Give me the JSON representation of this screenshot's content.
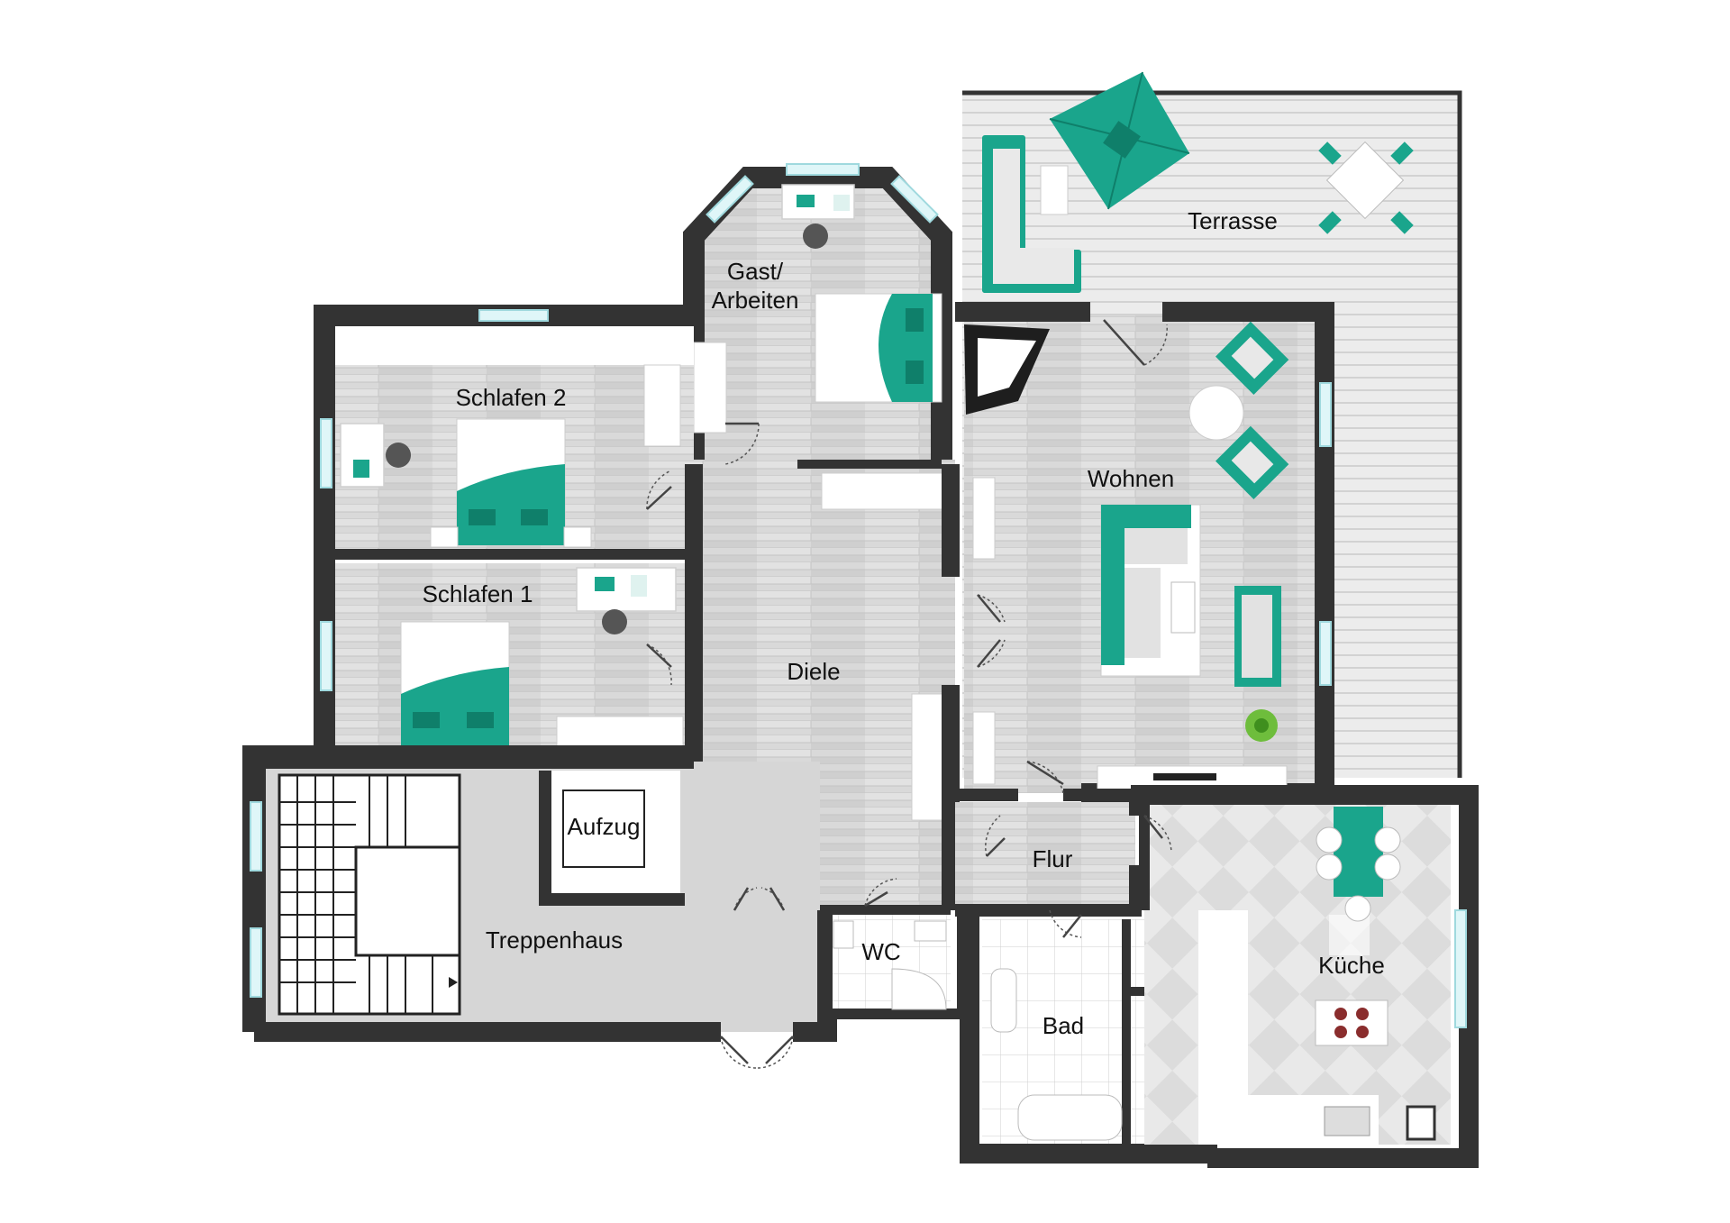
{
  "plan": {
    "rooms": [
      {
        "id": "terrasse",
        "label": "Terrasse"
      },
      {
        "id": "gast",
        "label": "Gast/\nArbeiten",
        "line1": "Gast/",
        "line2": "Arbeiten"
      },
      {
        "id": "schlafen2",
        "label": "Schlafen 2"
      },
      {
        "id": "schlafen1",
        "label": "Schlafen 1"
      },
      {
        "id": "wohnen",
        "label": "Wohnen"
      },
      {
        "id": "diele",
        "label": "Diele"
      },
      {
        "id": "aufzug",
        "label": "Aufzug"
      },
      {
        "id": "flur",
        "label": "Flur"
      },
      {
        "id": "treppenhaus",
        "label": "Treppenhaus"
      },
      {
        "id": "wc",
        "label": "WC"
      },
      {
        "id": "kueche",
        "label": "Küche"
      },
      {
        "id": "bad",
        "label": "Bad"
      }
    ],
    "colors": {
      "wall": "#333333",
      "accent": "#1aa58c",
      "floor": "#d6d6d6",
      "window": "#dff6f8"
    }
  }
}
